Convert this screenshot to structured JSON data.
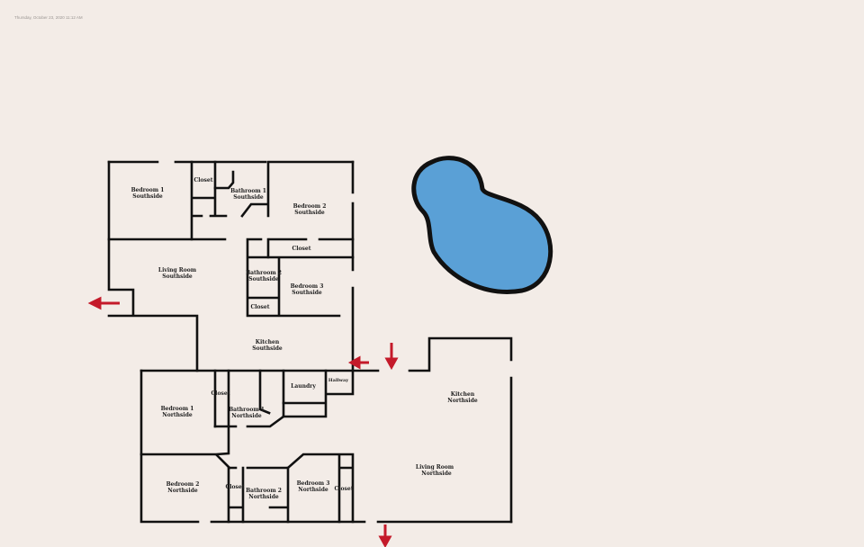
{
  "header": {
    "date": "Thursday, October 23, 2020",
    "time": "11:12 AM"
  },
  "colors": {
    "wall": "#111111",
    "pool": "#5aa0d6",
    "exit_arrow": "#c41a2a",
    "background": "#f3ece7"
  },
  "rooms": {
    "bedroom1_south": [
      "Bedroom 1",
      "Southside"
    ],
    "closet_s1": "Closet",
    "bathroom1_south": [
      "Bathroom 1",
      "Southside"
    ],
    "bedroom2_south": [
      "Bedroom 2",
      "Southside"
    ],
    "closet_s2": "Closet",
    "living_south": [
      "Living Room",
      "Southside"
    ],
    "bathroom2_south": [
      "Bathroom 2",
      "Southside"
    ],
    "bedroom3_south": [
      "Bedroom 3",
      "Southside"
    ],
    "closet_s3": "Closet",
    "kitchen_south": [
      "Kitchen",
      "Southside"
    ],
    "bedroom1_north": [
      "Bedroom 1",
      "Northside"
    ],
    "closet_n1": "Closet",
    "bathroom1_north": [
      "Bathroom 1",
      "Northside"
    ],
    "laundry": "Laundry",
    "hallway": "Hallway",
    "kitchen_north": [
      "Kitchen",
      "Northside"
    ],
    "bedroom2_north": [
      "Bedroom 2",
      "Northside"
    ],
    "closet_n2": "Closet",
    "bathroom2_north": [
      "Bathroom 2",
      "Northside"
    ],
    "bedroom3_north": [
      "Bedroom 3",
      "Northside"
    ],
    "closet_n3": "Closet",
    "living_north": [
      "Living Room",
      "Northside"
    ]
  }
}
